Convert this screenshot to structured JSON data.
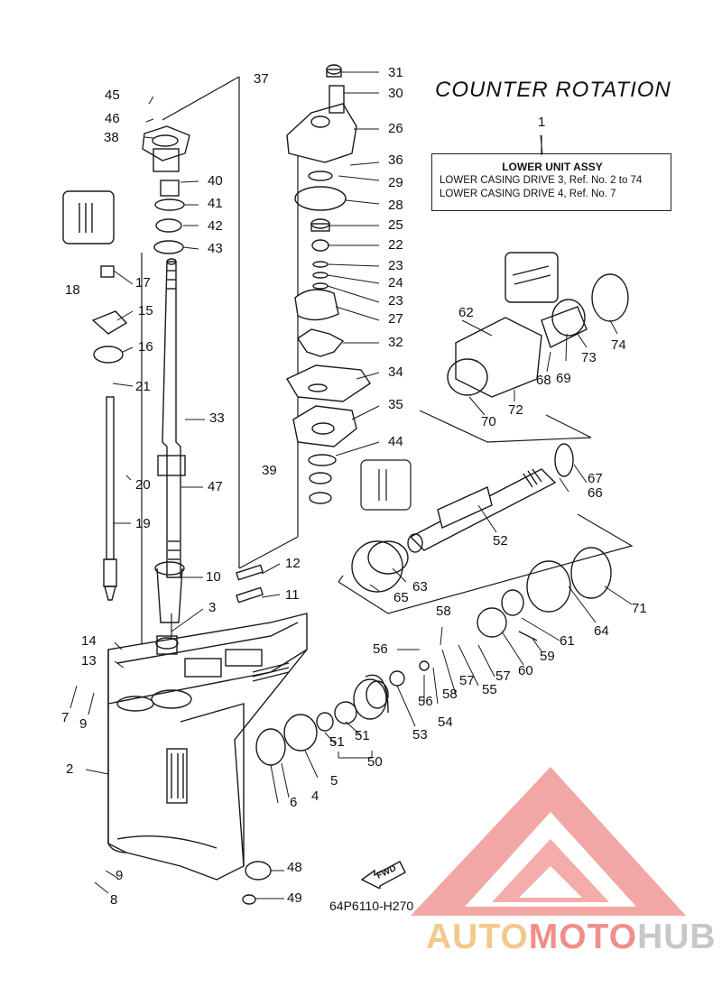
{
  "title": "COUNTER ROTATION",
  "assembly_box": {
    "ref": "1",
    "heading": "LOWER UNIT ASSY",
    "line1": "LOWER CASING DRIVE 3,  Ref. No. 2 to 74",
    "line2": "LOWER CASING DRIVE 4,  Ref. No. 7"
  },
  "diagram_code": "64P6110-H270",
  "fwd_label": "FWD",
  "watermark": {
    "part1": "AUTO",
    "part2": "MOTO",
    "part3": "HUB"
  },
  "callouts": [
    "1",
    "2",
    "3",
    "4",
    "5",
    "6",
    "7",
    "8",
    "9",
    "9",
    "10",
    "11",
    "12",
    "13",
    "14",
    "15",
    "16",
    "17",
    "18",
    "19",
    "20",
    "21",
    "22",
    "23",
    "23",
    "24",
    "25",
    "26",
    "27",
    "28",
    "29",
    "30",
    "31",
    "32",
    "33",
    "34",
    "35",
    "36",
    "37",
    "38",
    "39",
    "40",
    "41",
    "42",
    "43",
    "44",
    "45",
    "46",
    "47",
    "48",
    "49",
    "50",
    "51",
    "51",
    "52",
    "53",
    "54",
    "55",
    "56",
    "56",
    "57",
    "57",
    "58",
    "58",
    "59",
    "60",
    "61",
    "62",
    "63",
    "64",
    "65",
    "66",
    "67",
    "68",
    "69",
    "70",
    "71",
    "72",
    "73",
    "74"
  ],
  "colors": {
    "line": "#1a1a1a",
    "watermark_red": "#ef7f7a",
    "watermark_orange": "#f3c98a",
    "watermark_grey": "#c7c7c7"
  }
}
